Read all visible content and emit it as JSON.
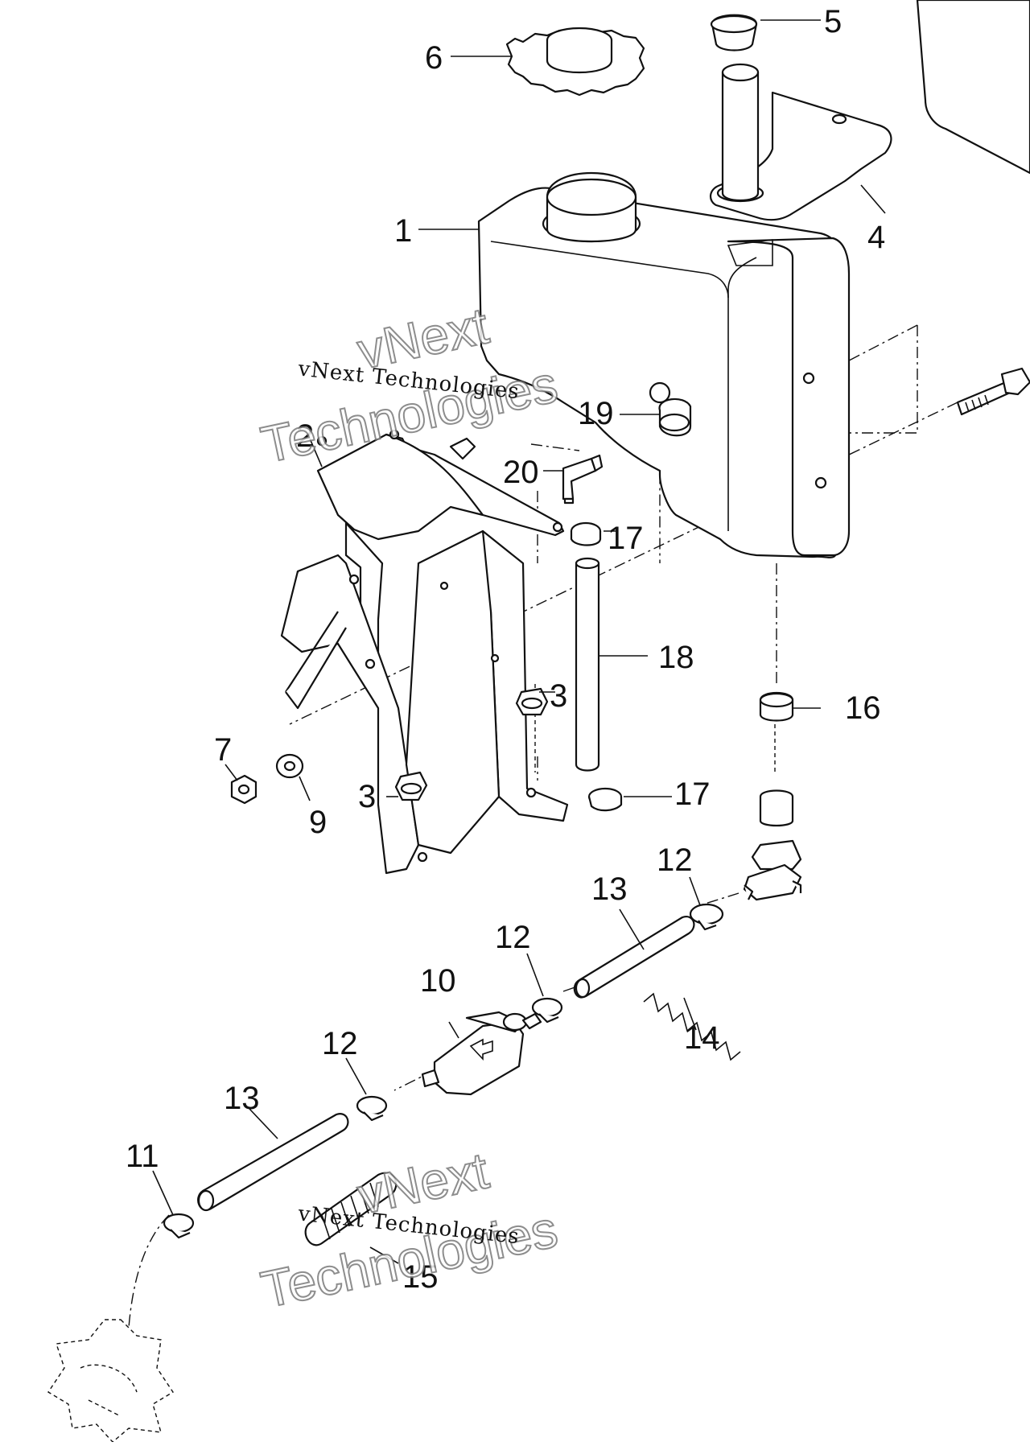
{
  "callouts": [
    "1",
    "2",
    "3",
    "3",
    "4",
    "5",
    "6",
    "7",
    "9",
    "10",
    "11",
    "12",
    "12",
    "12",
    "13",
    "13",
    "14",
    "15",
    "16",
    "17",
    "17",
    "18",
    "19",
    "20"
  ],
  "watermark": {
    "line": "vNext Technologies",
    "big_top": "vNext",
    "big_bottom": "Technologies"
  },
  "colors": {
    "ink": "#111111",
    "paper": "#ffffff",
    "watermark_outline": "#7a7a7a"
  }
}
